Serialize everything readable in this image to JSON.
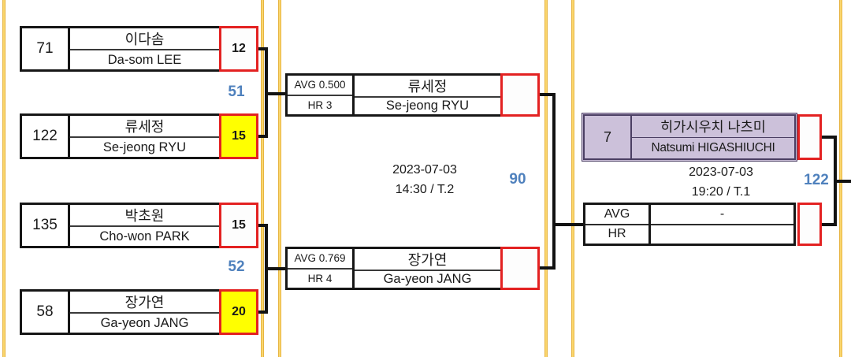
{
  "round1": {
    "match1": {
      "label": "51",
      "p1": {
        "seed": "71",
        "kr": "이다솜",
        "en": "Da-som LEE",
        "score": "12",
        "winner": false
      },
      "p2": {
        "seed": "122",
        "kr": "류세정",
        "en": "Se-jeong RYU",
        "score": "15",
        "winner": true
      }
    },
    "match2": {
      "label": "52",
      "p1": {
        "seed": "135",
        "kr": "박초원",
        "en": "Cho-won PARK",
        "score": "15",
        "winner": false
      },
      "p2": {
        "seed": "58",
        "kr": "장가연",
        "en": "Ga-yeon JANG",
        "score": "20",
        "winner": true
      }
    }
  },
  "round2": {
    "label": "90",
    "date": "2023-07-03",
    "time": "14:30 / T.2",
    "p1": {
      "avg": "AVG 0.500",
      "hr": "HR 3",
      "kr": "류세정",
      "en": "Se-jeong RYU",
      "score": ""
    },
    "p2": {
      "avg": "AVG 0.769",
      "hr": "HR 4",
      "kr": "장가연",
      "en": "Ga-yeon JANG",
      "score": ""
    }
  },
  "final": {
    "label": "122",
    "date": "2023-07-03",
    "time": "19:20 / T.1",
    "p1": {
      "seed": "7",
      "kr": "히가시우치 나츠미",
      "en": "Natsumi HIGASHIUCHI",
      "score": ""
    },
    "p2": {
      "avg_label": "AVG",
      "avg_value": "-",
      "hr_label": "HR",
      "hr_value": "",
      "score": ""
    }
  },
  "colors": {
    "match_number_blue": "#4f81bd",
    "winner_fill_yellow": "#ffff00",
    "score_border_red": "#e32121",
    "seeded_fill_purple": "#ccc1da",
    "column_divider_gold": "#dea42e"
  }
}
